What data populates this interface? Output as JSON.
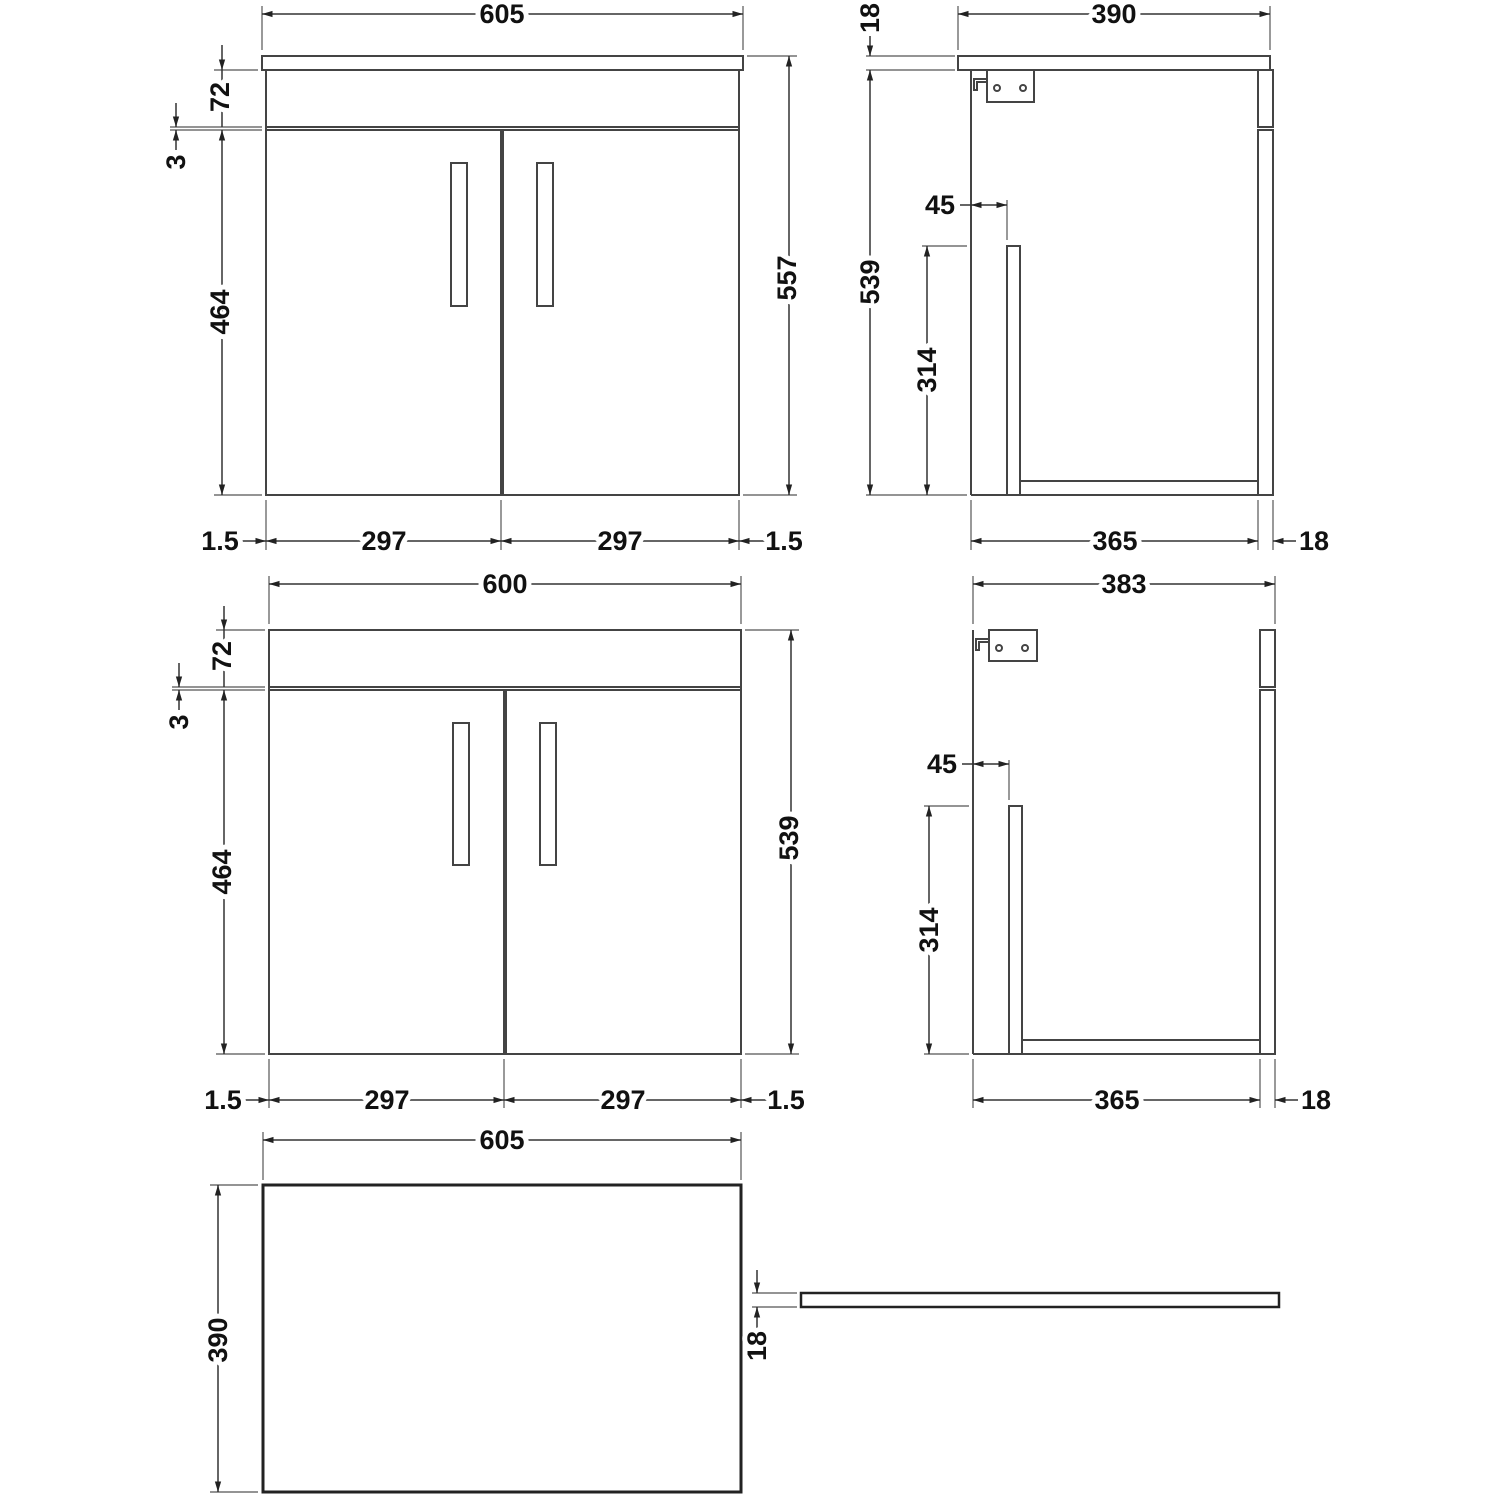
{
  "front_with_top": {
    "width_overall": "605",
    "top_rail": "72",
    "gap": "3",
    "door_height": "464",
    "height_overall": "557",
    "side_left": "1.5",
    "door_left": "297",
    "door_right": "297",
    "side_right": "1.5"
  },
  "side_with_top": {
    "top_thickness": "18",
    "depth_overall": "390",
    "height": "539",
    "inset": "45",
    "panel_height": "314",
    "body_depth": "365",
    "door_thickness": "18"
  },
  "front_no_top": {
    "width_overall": "600",
    "top_rail": "72",
    "gap": "3",
    "door_height": "464",
    "height_overall": "539",
    "side_left": "1.5",
    "door_left": "297",
    "door_right": "297",
    "side_right": "1.5"
  },
  "side_no_top": {
    "depth_overall": "383",
    "inset": "45",
    "panel_height": "314",
    "body_depth": "365",
    "door_thickness": "18"
  },
  "worktop": {
    "width": "605",
    "depth": "390",
    "thickness": "18"
  }
}
